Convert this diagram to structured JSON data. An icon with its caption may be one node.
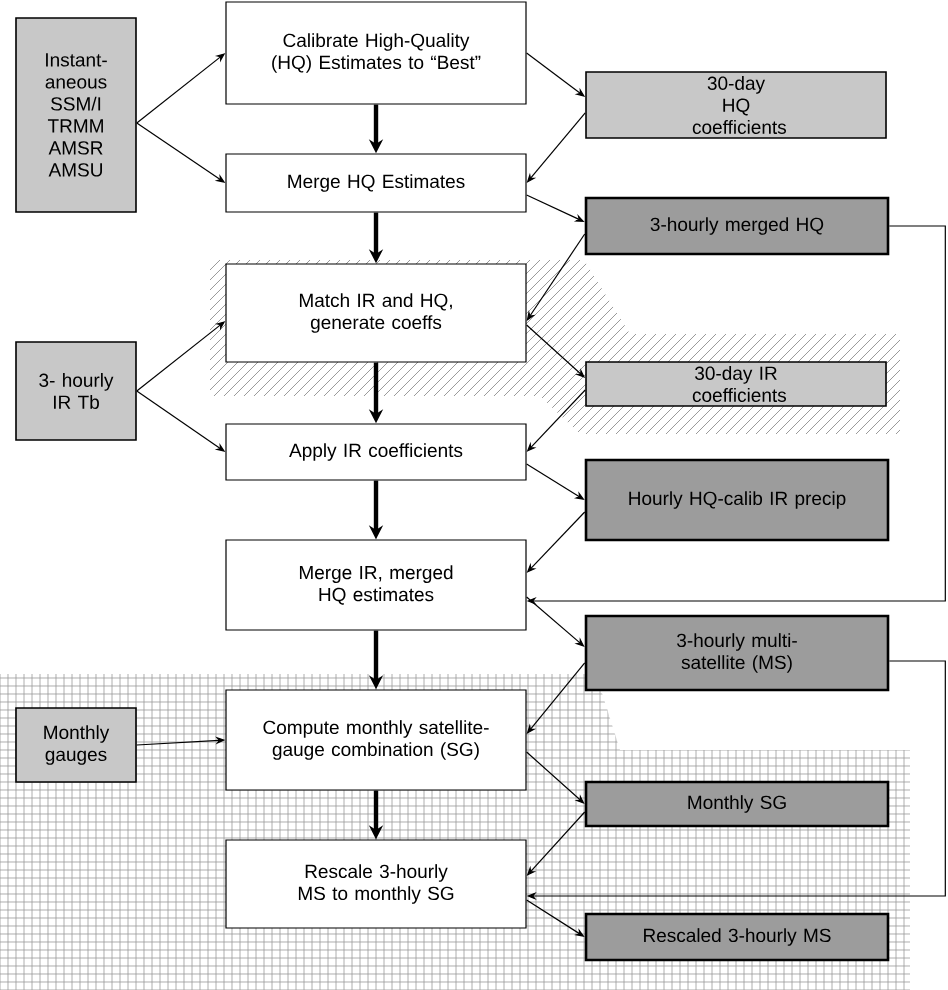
{
  "diagram": {
    "nodes": [
      {
        "text": [
          "Instant- aneous SSM/I TRMM AMSR AMSU"
        ]
      },
      {
        "text": [
          "Calibrate High-Quality (HQ) Estimates to “Best”"
        ]
      },
      {
        "text": [
          "30-day HQ coefficients"
        ]
      },
      {
        "text": [
          "Merge HQ Estimates"
        ]
      },
      {
        "text": [
          "3-hourly merged HQ"
        ]
      },
      {
        "text": [
          "Match IR and HQ, generate coeffs"
        ]
      },
      {
        "text": [
          "3- hourly IR Tb"
        ]
      },
      {
        "text": [
          "30-day IR coefficients"
        ]
      },
      {
        "text": [
          "Apply IR coefficients"
        ]
      },
      {
        "text": [
          "Hourly HQ-calib IR precip"
        ]
      },
      {
        "text": [
          "Merge IR, merged HQ estimates"
        ]
      },
      {
        "text": [
          "3-hourly multi-satellite (MS)"
        ]
      },
      {
        "text": [
          "Monthly gauges"
        ]
      },
      {
        "text": [
          "Compute monthly satellite-gauge combination (SG)"
        ]
      },
      {
        "text": [
          "Monthly SG"
        ]
      },
      {
        "text": [
          "Rescale 3-hourly MS to monthly SG"
        ]
      },
      {
        "text": [
          "Rescaled 3-hourly MS"
        ]
      }
    ],
    "edges": [
      {
        "from": 0,
        "to": 1,
        "arrow": "to"
      },
      {
        "from": 0,
        "to": 3,
        "arrow": "to"
      },
      {
        "from": 1,
        "to": 2,
        "arrow": "to"
      },
      {
        "from": 2,
        "to": 3,
        "arrow": "to"
      },
      {
        "from": 1,
        "to": 3,
        "arrow": "to",
        "style": "thick"
      },
      {
        "from": 3,
        "to": 4,
        "arrow": "to"
      },
      {
        "from": 3,
        "to": 5,
        "arrow": "to",
        "style": "thick"
      },
      {
        "from": 4,
        "to": 5,
        "arrow": "to"
      },
      {
        "from": 6,
        "to": 5,
        "arrow": "to"
      },
      {
        "from": 6,
        "to": 8,
        "arrow": "to"
      },
      {
        "from": 5,
        "to": 7,
        "arrow": "to"
      },
      {
        "from": 7,
        "to": 8,
        "arrow": "to"
      },
      {
        "from": 5,
        "to": 8,
        "arrow": "to",
        "style": "thick"
      },
      {
        "from": 8,
        "to": 9,
        "arrow": "to"
      },
      {
        "from": 9,
        "to": 10,
        "arrow": "to"
      },
      {
        "from": 4,
        "to": 10,
        "arrow": "to"
      },
      {
        "from": 8,
        "to": 10,
        "arrow": "to",
        "style": "thick"
      },
      {
        "from": 10,
        "to": 11,
        "arrow": "to"
      },
      {
        "from": 10,
        "to": 13,
        "arrow": "to",
        "style": "thick"
      },
      {
        "from": 11,
        "to": 13,
        "arrow": "to"
      },
      {
        "from": 12,
        "to": 13,
        "arrow": "to"
      },
      {
        "from": 13,
        "to": 14,
        "arrow": "to"
      },
      {
        "from": 13,
        "to": 15,
        "arrow": "to",
        "style": "thick"
      },
      {
        "from": 14,
        "to": 15,
        "arrow": "to"
      },
      {
        "from": 11,
        "to": 15,
        "arrow": "to"
      },
      {
        "from": 15,
        "to": 16,
        "arrow": "to"
      }
    ]
  }
}
